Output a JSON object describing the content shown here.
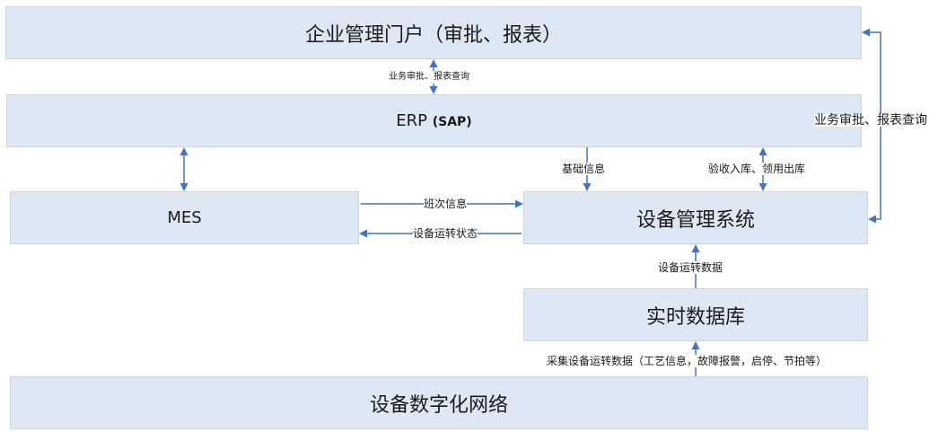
{
  "boxes": {
    "portal": "企业管理门户（审批、报表）",
    "erp_main": "ERP",
    "erp_sub": "(SAP)",
    "mes": "MES",
    "ems": "设备管理系统",
    "rtdb": "实时数据库",
    "network": "设备数字化网络"
  },
  "edges": {
    "portal_erp": "业务审批、报表查询",
    "erp_ems_basic": "基础信息",
    "erp_ems_stock": "验收入库、领用出库",
    "mes_to_ems": "班次信息",
    "ems_to_mes": "设备运转状态",
    "rtdb_to_ems": "设备运转数据",
    "network_to_rtdb": "采集设备运转数据（工艺信息，故障报警，启停、节拍等）",
    "ems_portal": "业务审批、报表查询"
  },
  "colors": {
    "box_fill": "#dde8f4",
    "arrow": "#4472c4"
  }
}
